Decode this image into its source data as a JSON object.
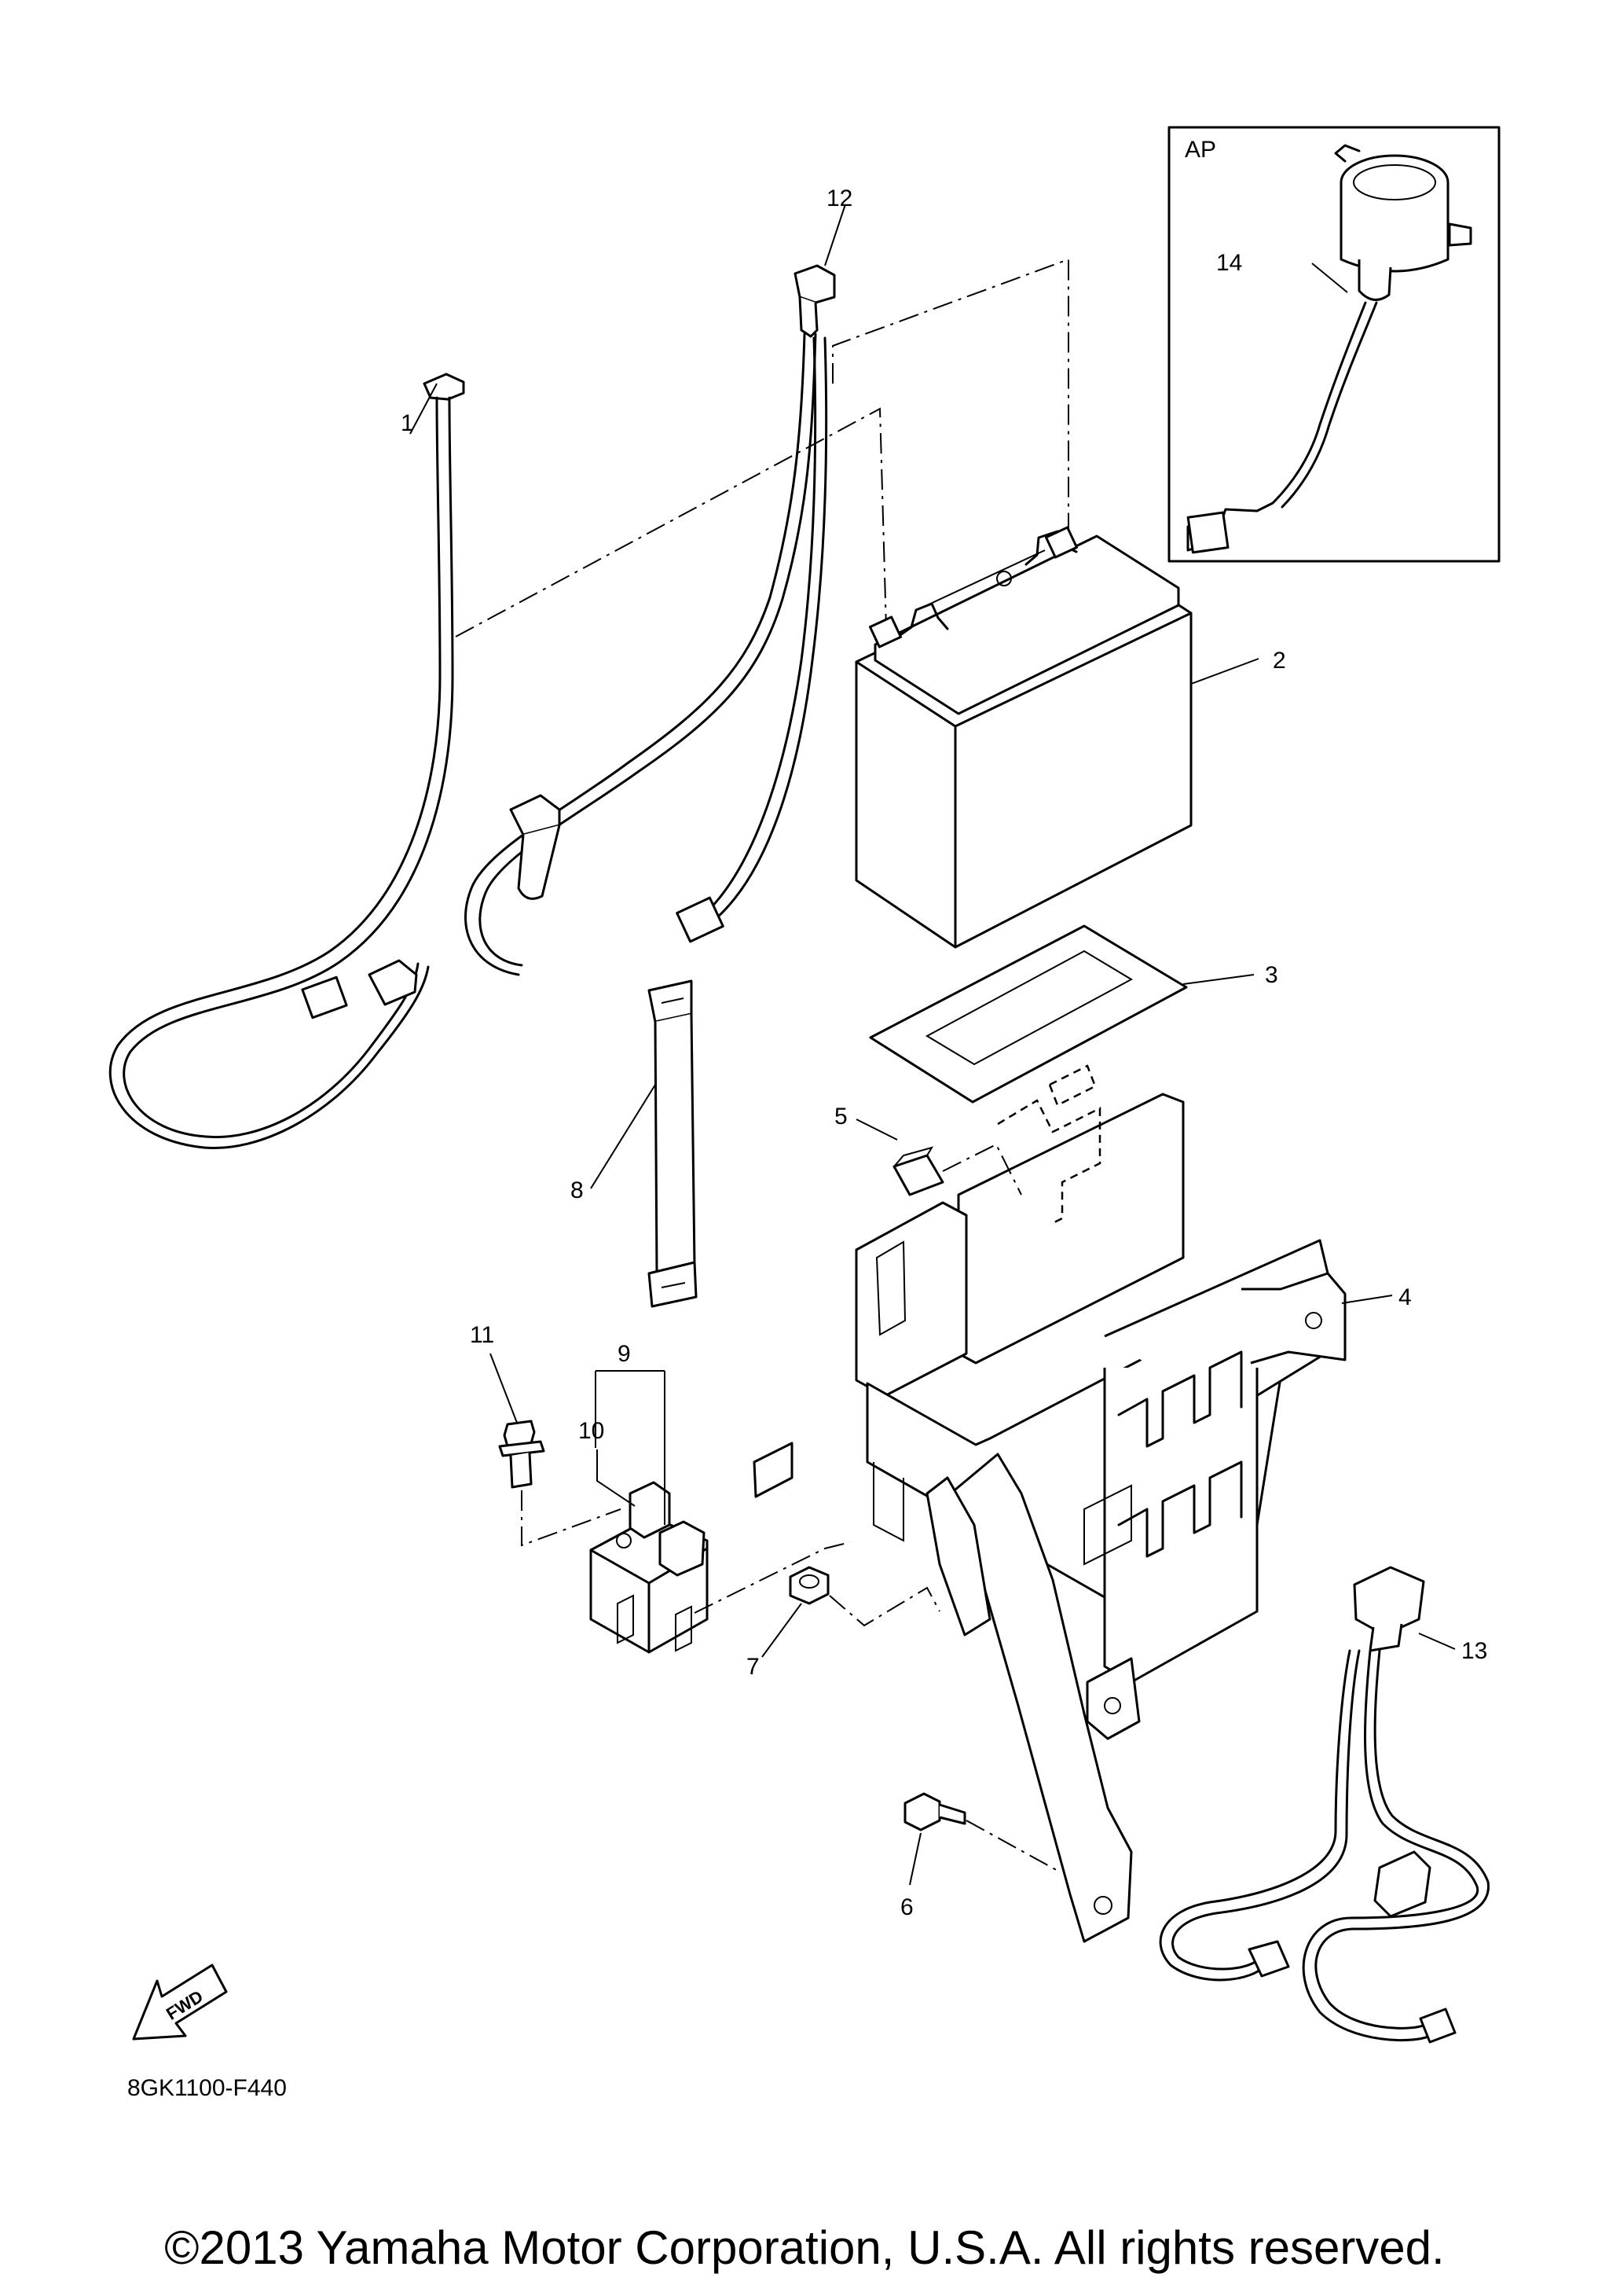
{
  "diagram": {
    "inset_label": "AP",
    "callouts": [
      {
        "id": "1",
        "text": "1"
      },
      {
        "id": "2",
        "text": "2"
      },
      {
        "id": "3",
        "text": "3"
      },
      {
        "id": "4",
        "text": "4"
      },
      {
        "id": "5",
        "text": "5"
      },
      {
        "id": "6",
        "text": "6"
      },
      {
        "id": "7",
        "text": "7"
      },
      {
        "id": "8",
        "text": "8"
      },
      {
        "id": "9",
        "text": "9"
      },
      {
        "id": "10",
        "text": "10"
      },
      {
        "id": "11",
        "text": "11"
      },
      {
        "id": "12",
        "text": "12"
      },
      {
        "id": "13",
        "text": "13"
      },
      {
        "id": "14",
        "text": "14"
      }
    ],
    "fwd_label": "FWD",
    "drawing_code": "8GK1100-F440",
    "copyright": "©2013 Yamaha Motor Corporation, U.S.A. All rights reserved."
  }
}
